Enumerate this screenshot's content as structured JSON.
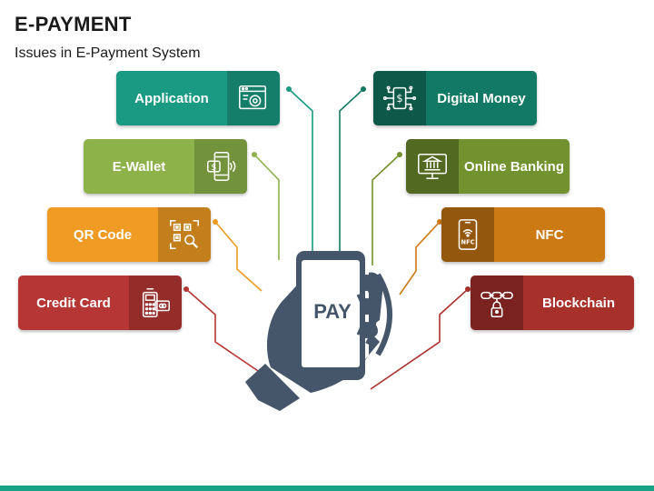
{
  "header": {
    "title": "E-PAYMENT",
    "subtitle": "Issues in E-Payment System"
  },
  "center": {
    "pay_label": "PAY",
    "icon": "hand-phone-pay-icon"
  },
  "items": {
    "application": {
      "label": "Application",
      "icon": "browser-gear-icon",
      "color": "#1a9a82"
    },
    "ewallet": {
      "label": "E-Wallet",
      "icon": "phone-dollar-icon",
      "color": "#8db24a"
    },
    "qrcode": {
      "label": "QR Code",
      "icon": "qr-magnifier-icon",
      "color": "#ef9b24"
    },
    "creditcard": {
      "label": "Credit Card",
      "icon": "card-terminal-icon",
      "color": "#b53634"
    },
    "digitalmoney": {
      "label": "Digital Money",
      "icon": "dollar-circuit-icon",
      "color": "#127a64"
    },
    "onlinebanking": {
      "label": "Online Banking",
      "icon": "bank-monitor-icon",
      "color": "#72922f"
    },
    "nfc": {
      "label": "NFC",
      "icon": "nfc-phone-icon",
      "color": "#cc7a14"
    },
    "blockchain": {
      "label": "Blockchain",
      "icon": "chain-lock-icon",
      "color": "#a8302b"
    }
  },
  "colors": {
    "phone": "#45566b",
    "accent_bar": "#1aa286"
  }
}
